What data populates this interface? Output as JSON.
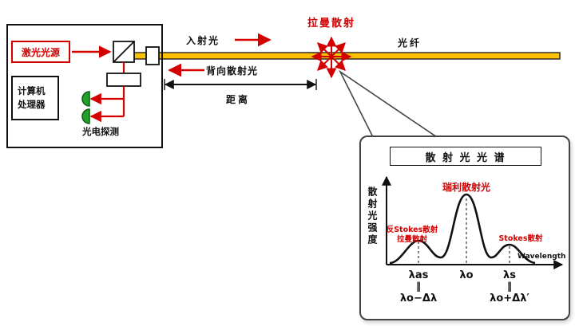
{
  "colors": {
    "red": "#d40000",
    "fiber": "#ffc000",
    "green": "#22a02c",
    "ink": "#111111"
  },
  "system": {
    "laser": "激光光源",
    "computer_line1": "计算机",
    "computer_line2": "处理器",
    "photodetector": "光电探测"
  },
  "link": {
    "incident": "入射光",
    "backscatter": "背向散射光",
    "raman": "拉曼散射",
    "fiber": "光纤",
    "distance": "距离"
  },
  "spectrum": {
    "title": "散 射 光 光 谱",
    "y_label": "散射光强度",
    "x_label": "Wavelength",
    "anti_stokes_1": "反Stokes散射",
    "anti_stokes_2": "拉曼散射",
    "rayleigh": "瑞利散射光",
    "stokes": "Stokes散射",
    "tick_as": "λas",
    "tick_o": "λo",
    "tick_s": "λs",
    "parallel": "‖",
    "eq_as": "λo−Δλ",
    "eq_s": "λo+Δλ′"
  }
}
